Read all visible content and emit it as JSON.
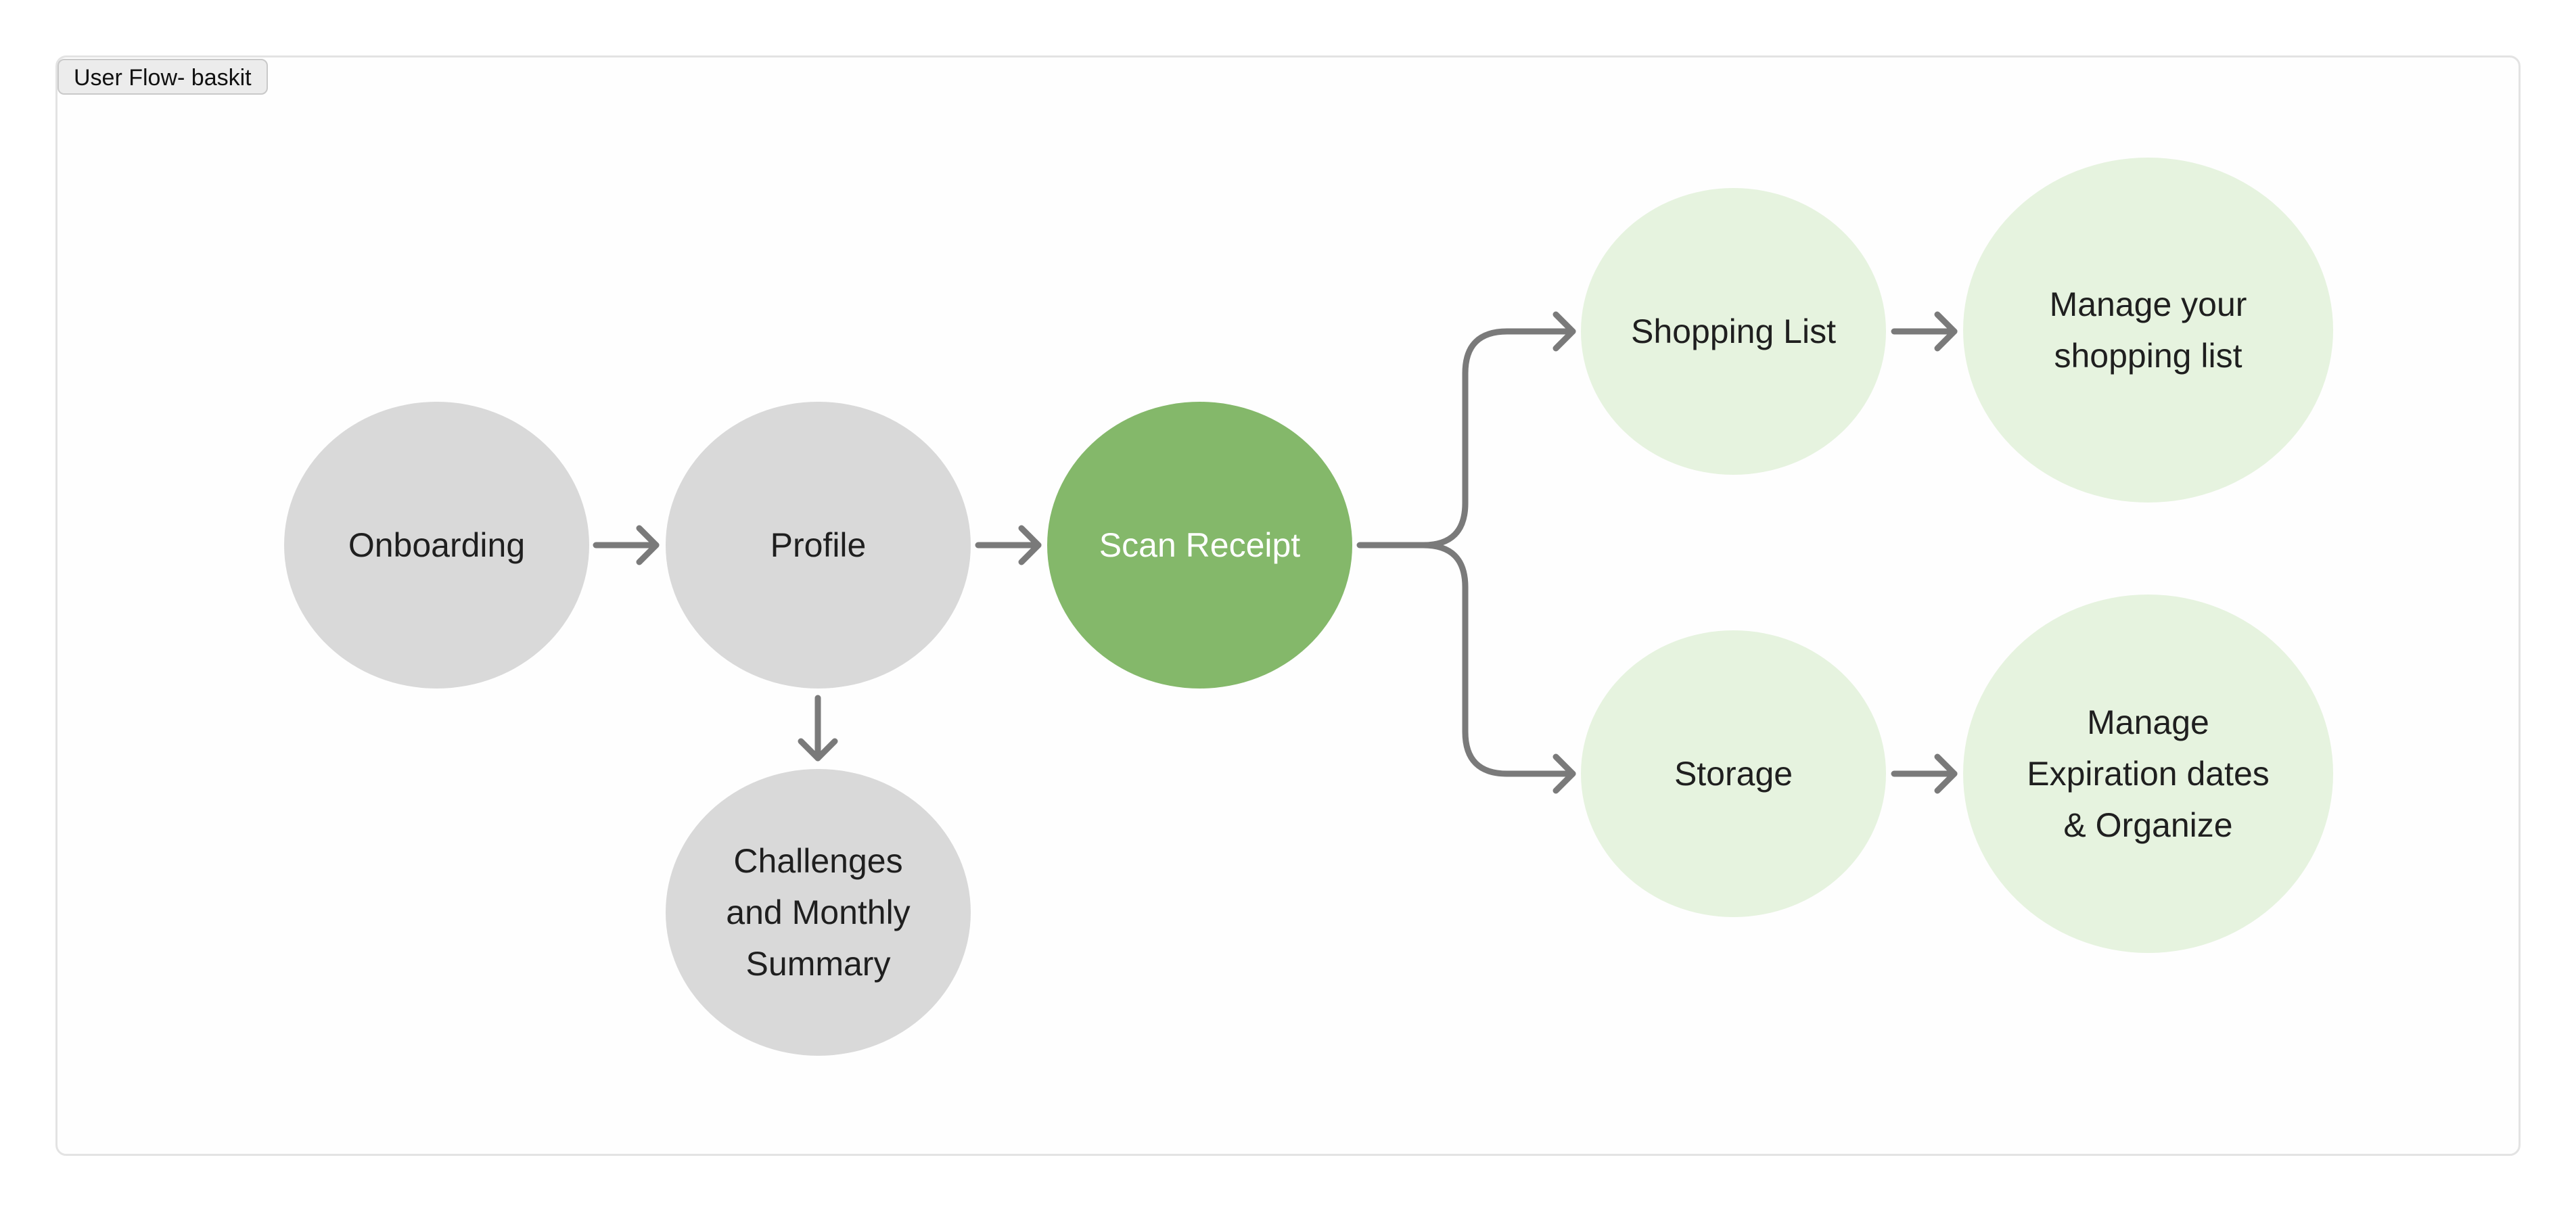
{
  "frame": {
    "title": "User Flow- baskit"
  },
  "colors": {
    "default_node": "#d9d9d9",
    "active_node": "#84b86a",
    "branch_node": "#e6f3df",
    "connector": "#7a7a7a"
  },
  "nodes": {
    "onboarding": "Onboarding",
    "profile": "Profile",
    "scan_receipt": "Scan Receipt",
    "challenges": "Challenges\nand Monthly\nSummary",
    "shopping_list": "Shopping List",
    "manage_shopping_list": "Manage your\nshopping list",
    "storage": "Storage",
    "manage_expiration": "Manage\nExpiration dates\n& Organize"
  },
  "edges": [
    {
      "from": "Onboarding",
      "to": "Profile"
    },
    {
      "from": "Profile",
      "to": "Scan Receipt"
    },
    {
      "from": "Profile",
      "to": "Challenges and Monthly Summary"
    },
    {
      "from": "Scan Receipt",
      "to": "Shopping List"
    },
    {
      "from": "Scan Receipt",
      "to": "Storage"
    },
    {
      "from": "Shopping List",
      "to": "Manage your shopping list"
    },
    {
      "from": "Storage",
      "to": "Manage Expiration dates & Organize"
    }
  ]
}
